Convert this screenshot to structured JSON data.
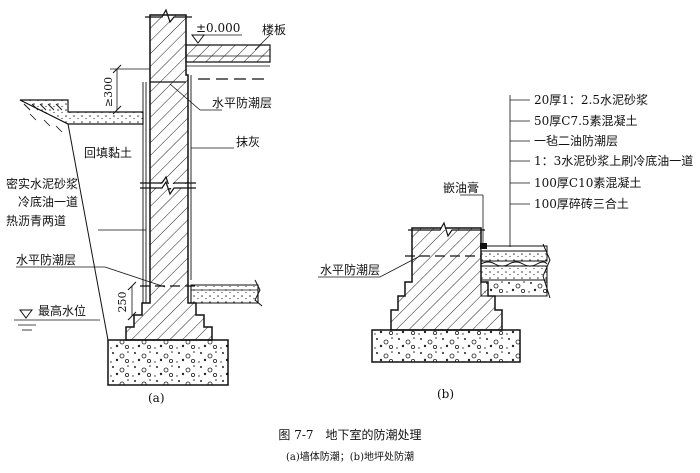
{
  "diagram_a": {
    "label": "(a)",
    "elev_zero": "±0.000",
    "floor_slab": "楼板",
    "dim_300": "≥300",
    "horizontal_dpc_top": "水平防潮层",
    "plaster": "抹灰",
    "backfill_clay": "回填黏土",
    "wall_coating_1": "密实水泥砂浆",
    "wall_coating_2": "冷底油一道",
    "wall_coating_3": "热沥青两道",
    "horizontal_dpc_bottom": "水平防潮层",
    "dim_250": "250",
    "highest_water_level": "最高水位"
  },
  "diagram_b": {
    "label": "(b)",
    "layers": [
      "20厚1：2.5水泥砂浆",
      "50厚C7.5素混凝土",
      "一毡二油防潮层",
      "1：3水泥砂浆上刷冷底油一道",
      "100厚C10素混凝土",
      "100厚碎砖三合土"
    ],
    "sealant": "嵌油膏",
    "horizontal_dpc": "水平防潮层"
  },
  "caption": {
    "title": "图 7-7　地下室的防潮处理",
    "subtitle": "(a)墙体防潮；(b)地坪处防潮"
  }
}
